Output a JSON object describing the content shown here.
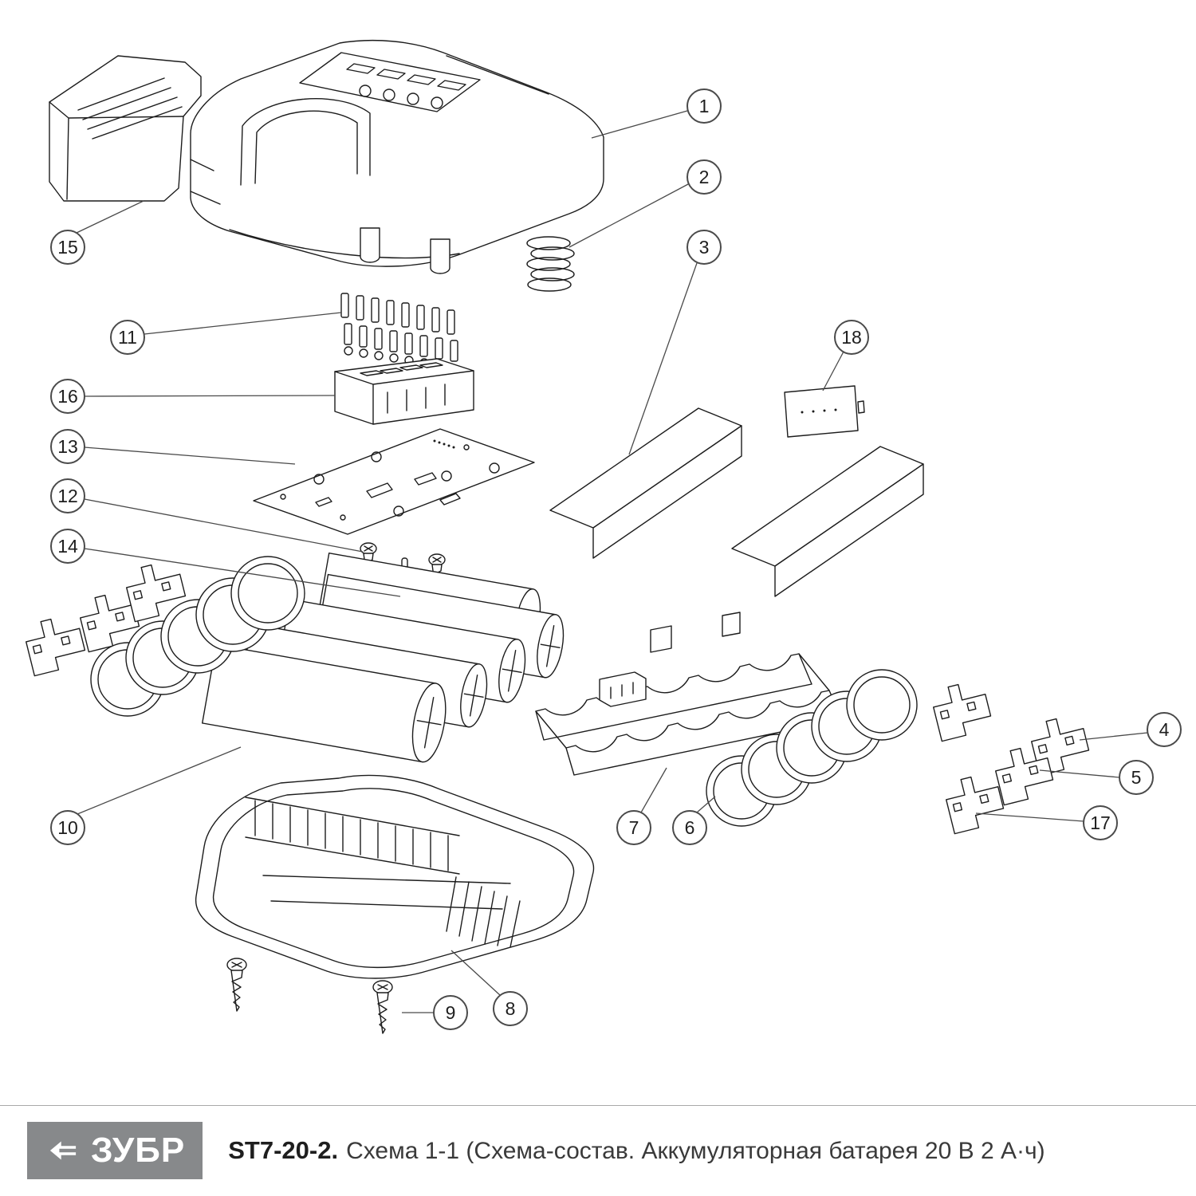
{
  "colors": {
    "line": "#1c1c1c",
    "logo_bg": "#87898b",
    "text": "#3a3a3a"
  },
  "footer": {
    "brand": "ЗУБР",
    "model": "ST7-20-2.",
    "title": "Схема 1-1 (Схема-состав. Аккумуляторная батарея 20 В 2 А·ч)"
  },
  "callouts": [
    {
      "n": "1"
    },
    {
      "n": "2"
    },
    {
      "n": "3"
    },
    {
      "n": "4"
    },
    {
      "n": "5"
    },
    {
      "n": "6"
    },
    {
      "n": "7"
    },
    {
      "n": "8"
    },
    {
      "n": "9"
    },
    {
      "n": "10"
    },
    {
      "n": "11"
    },
    {
      "n": "12"
    },
    {
      "n": "13"
    },
    {
      "n": "14"
    },
    {
      "n": "15"
    },
    {
      "n": "16"
    },
    {
      "n": "17"
    },
    {
      "n": "18"
    }
  ]
}
